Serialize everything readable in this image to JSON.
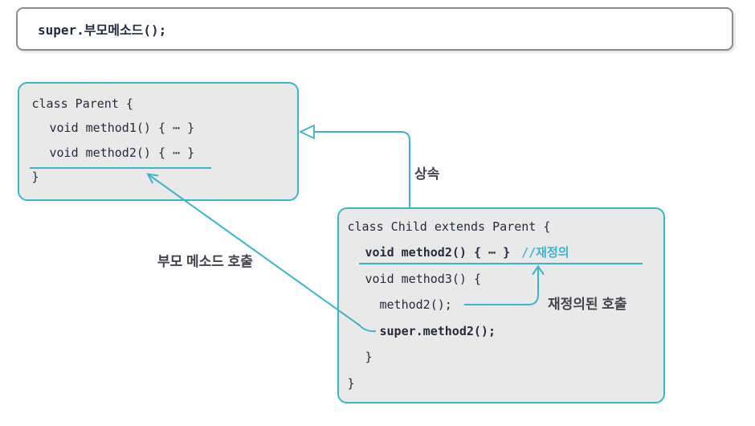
{
  "colors": {
    "accent": "#3cb5cc",
    "code_text": "#262b3f",
    "label_text": "#44454c",
    "box_bg": "#e9e9e9",
    "top_box_border": "#8c8c8c"
  },
  "top_code_box": {
    "code": "super.부모메소드();"
  },
  "parent_box": {
    "line1": "class Parent {",
    "line2": "void method1() { ⋯ }",
    "line3": "void method2() { ⋯ }",
    "line4": "}"
  },
  "child_box": {
    "line1": "class Child extends Parent {",
    "line2_code": "void method2() { ⋯ }",
    "line2_comment": "//재정의",
    "line3": "void method3() {",
    "line4": "method2();",
    "line5": "super.method2();",
    "line6": "}",
    "line7": "}"
  },
  "labels": {
    "inheritance": "상속",
    "parent_method_call": "부모 메소드 호출",
    "overridden_call": "재정의된 호출"
  }
}
